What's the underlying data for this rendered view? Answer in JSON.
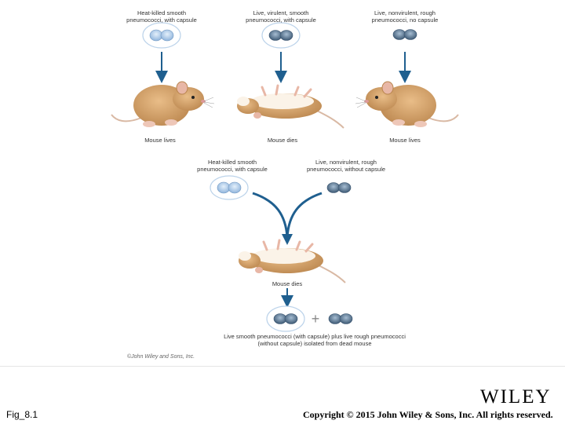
{
  "experiment1": {
    "col1_label": "Heat-killed smooth\npneumococci, with capsule",
    "col2_label": "Live, virulent, smooth\npneumococci, with capsule",
    "col3_label": "Live, nonvirulent, rough\npneumococci, no capsule",
    "col1_outcome": "Mouse lives",
    "col2_outcome": "Mouse dies",
    "col3_outcome": "Mouse lives"
  },
  "experiment2": {
    "left_label": "Heat-killed smooth\npneumococci, with capsule",
    "right_label": "Live, nonvirulent, rough\npneumococci, without capsule",
    "outcome": "Mouse dies",
    "result_caption": "Live smooth pneumococci (with capsule) plus live rough pneumococci\n(without capsule) isolated from dead mouse",
    "plus_sign": "+"
  },
  "credit": "©John Wiley and Sons, Inc.",
  "footer": {
    "figure_label": "Fig_8.1",
    "brand": "WILEY",
    "copyright": "Copyright © 2015 John Wiley & Sons, Inc. All rights reserved."
  },
  "colors": {
    "heat_killed_cell": "#a9c8e8",
    "live_smooth_cell": "#5d7893",
    "live_rough_cell": "#55708a",
    "arrow": "#1f5f8f",
    "mouse_fur": "#d6a46c",
    "mouse_belly": "#fbf3e8"
  }
}
